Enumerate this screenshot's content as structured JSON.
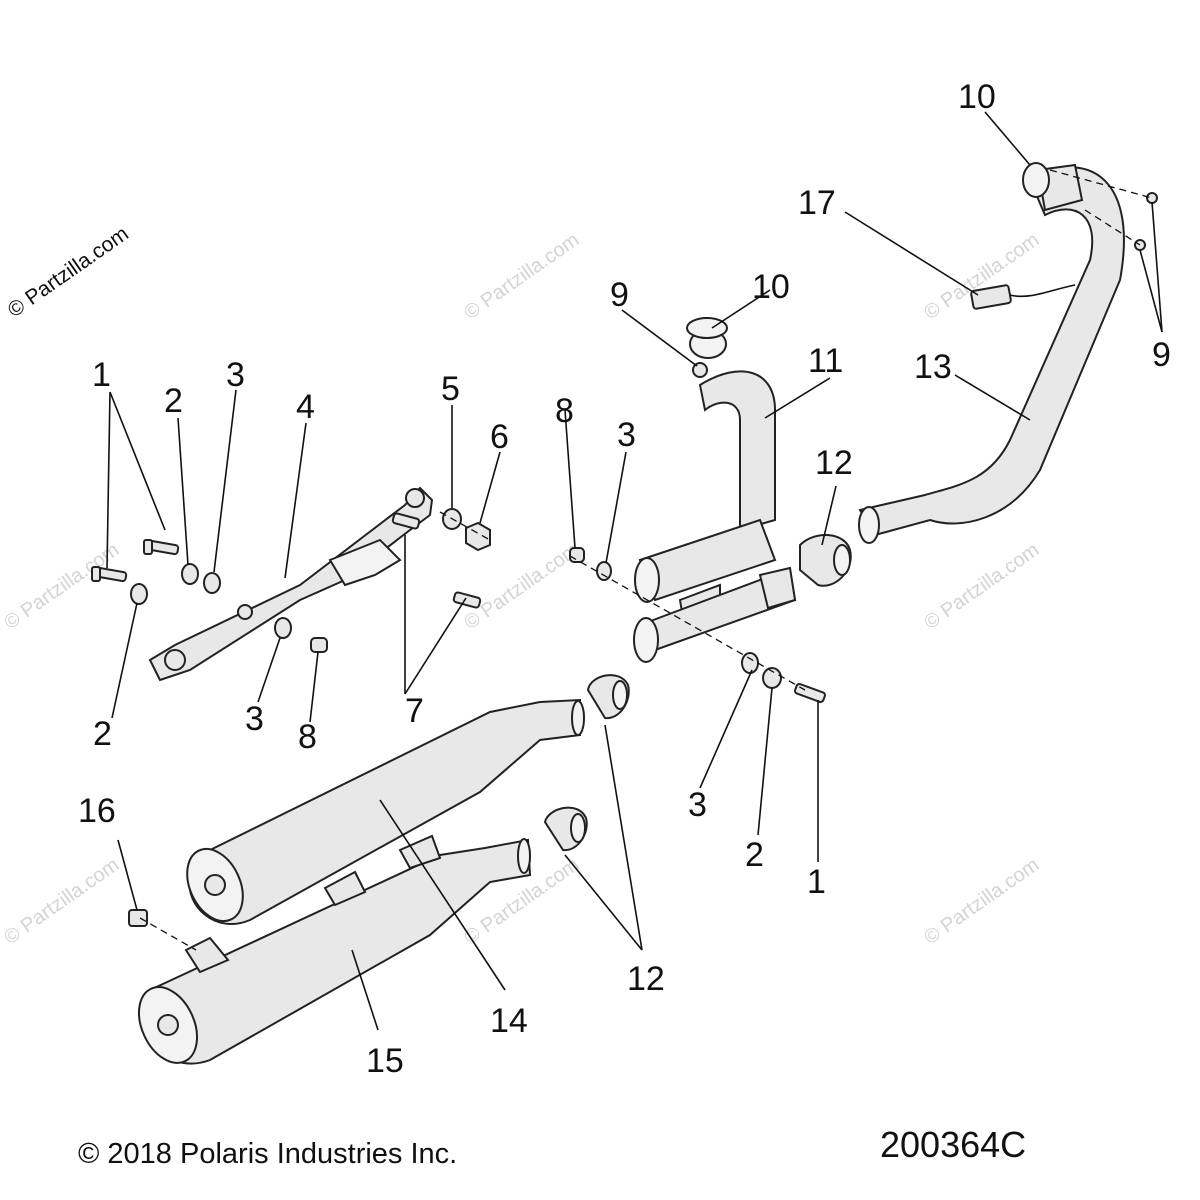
{
  "site_watermark": "© Partzilla.com",
  "copyright": "© 2018 Polaris Industries Inc.",
  "diagram_code": "200364C",
  "callouts": {
    "c1a": "1",
    "c1b": "1",
    "c2a": "2",
    "c2b": "2",
    "c2c": "2",
    "c3a": "3",
    "c3b": "3",
    "c3c": "3",
    "c3d": "3",
    "c4": "4",
    "c5": "5",
    "c6": "6",
    "c7": "7",
    "c8a": "8",
    "c8b": "8",
    "c9a": "9",
    "c9b": "9",
    "c10a": "10",
    "c10b": "10",
    "c11": "11",
    "c12a": "12",
    "c12b": "12",
    "c13": "13",
    "c14": "14",
    "c15": "15",
    "c16": "16",
    "c17": "17"
  }
}
